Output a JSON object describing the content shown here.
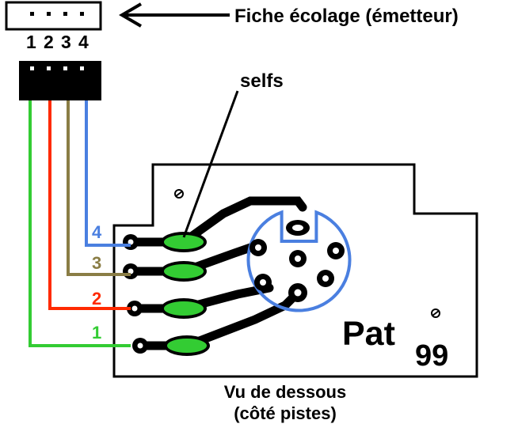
{
  "connector": {
    "pin_numbers": [
      "1",
      "2",
      "3",
      "4"
    ]
  },
  "labels": {
    "fiche": "Fiche écolage (émetteur)",
    "selfs": "selfs",
    "vu_line1": "Vu de dessous",
    "vu_line2": "(côté pistes)",
    "signature_name": "Pat",
    "signature_year": "99"
  },
  "wires": [
    {
      "label": "1",
      "color": "#33cc33"
    },
    {
      "label": "2",
      "color": "#ff2a00"
    },
    {
      "label": "3",
      "color": "#8a7d45"
    },
    {
      "label": "4",
      "color": "#4a7fe0"
    }
  ],
  "colors": {
    "pcb_outline": "#000000",
    "trace": "#000000",
    "self": "#33cc33",
    "din_ring": "#4a7fe0",
    "header": "#000000"
  }
}
